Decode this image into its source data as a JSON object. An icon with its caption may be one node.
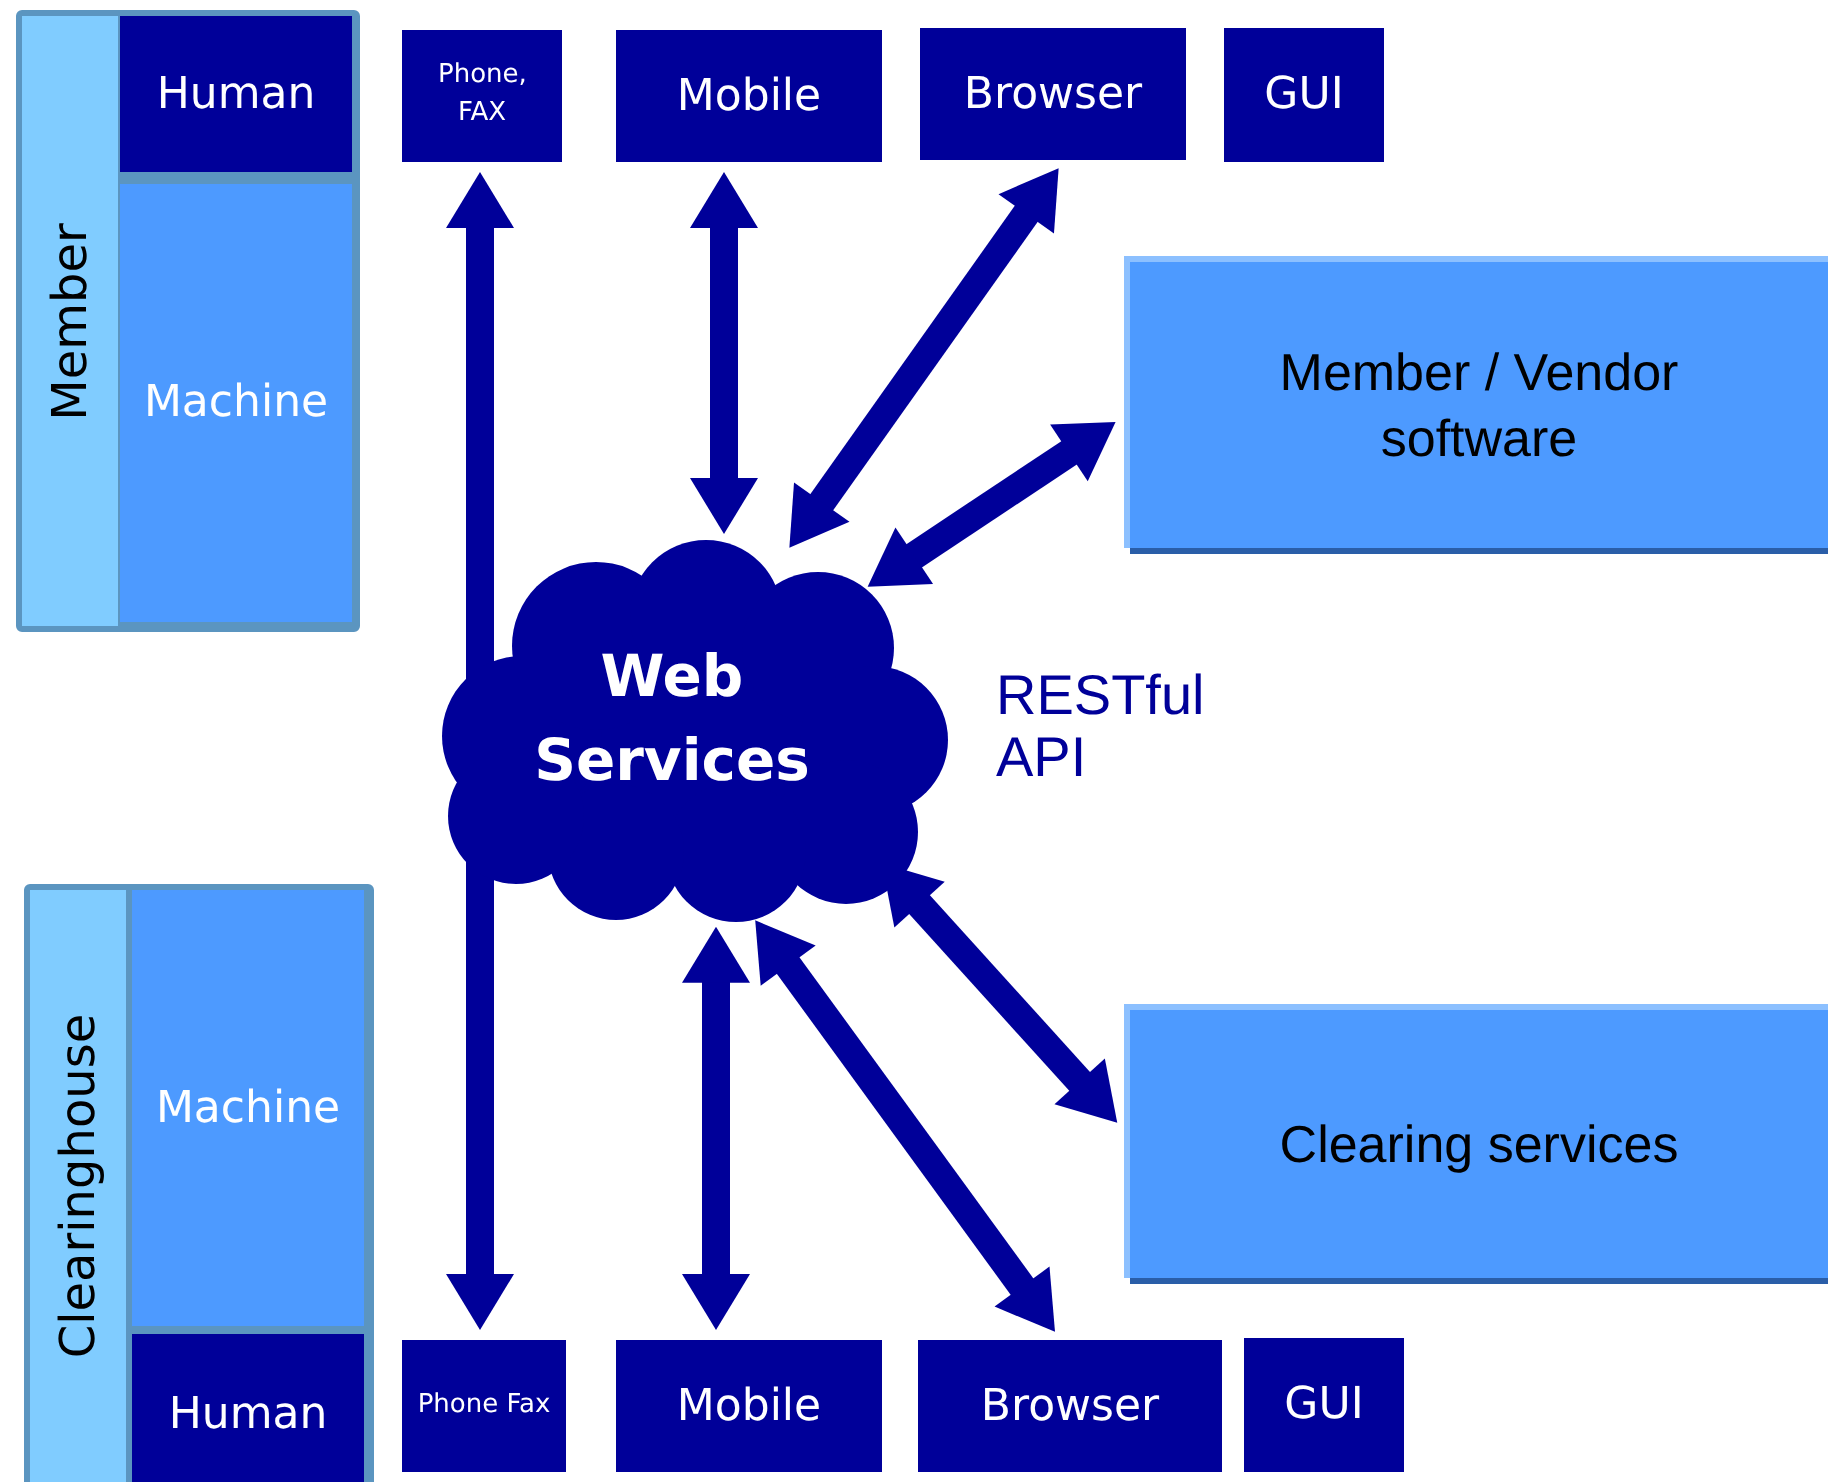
{
  "diagram": {
    "nodes": [
      {
        "text": [
          "Member"
        ]
      },
      {
        "text": [
          "Human"
        ],
        "in": 0
      },
      {
        "text": [
          "Machine"
        ],
        "in": 0
      },
      {
        "text": [
          "Phone, FAX"
        ]
      },
      {
        "text": [
          "Mobile"
        ]
      },
      {
        "text": [
          "Browser"
        ]
      },
      {
        "text": [
          "GUI"
        ]
      },
      {
        "text": [
          "Member / Vendor software"
        ]
      },
      {
        "text": [
          "Web Services"
        ]
      },
      {
        "text": [
          "Clearinghouse"
        ]
      },
      {
        "text": [
          "Machine"
        ],
        "in": 9
      },
      {
        "text": [
          "Human"
        ],
        "in": 9
      },
      {
        "text": [
          "Phone Fax"
        ]
      },
      {
        "text": [
          "Mobile"
        ]
      },
      {
        "text": [
          "Browser"
        ]
      },
      {
        "text": [
          "GUI"
        ]
      },
      {
        "text": [
          "Clearing services"
        ]
      }
    ],
    "edges": [
      {
        "from": 3,
        "to": 12,
        "arrow": "both"
      },
      {
        "from": 8,
        "to": 4,
        "arrow": "both"
      },
      {
        "from": 8,
        "to": 5,
        "arrow": "both"
      },
      {
        "from": 8,
        "to": 7,
        "arrow": "both"
      },
      {
        "from": 8,
        "to": 16,
        "arrow": "both"
      },
      {
        "from": 8,
        "to": 14,
        "arrow": "both"
      },
      {
        "from": 8,
        "to": 13,
        "arrow": "both"
      }
    ],
    "labels": [
      "RESTful API"
    ]
  }
}
